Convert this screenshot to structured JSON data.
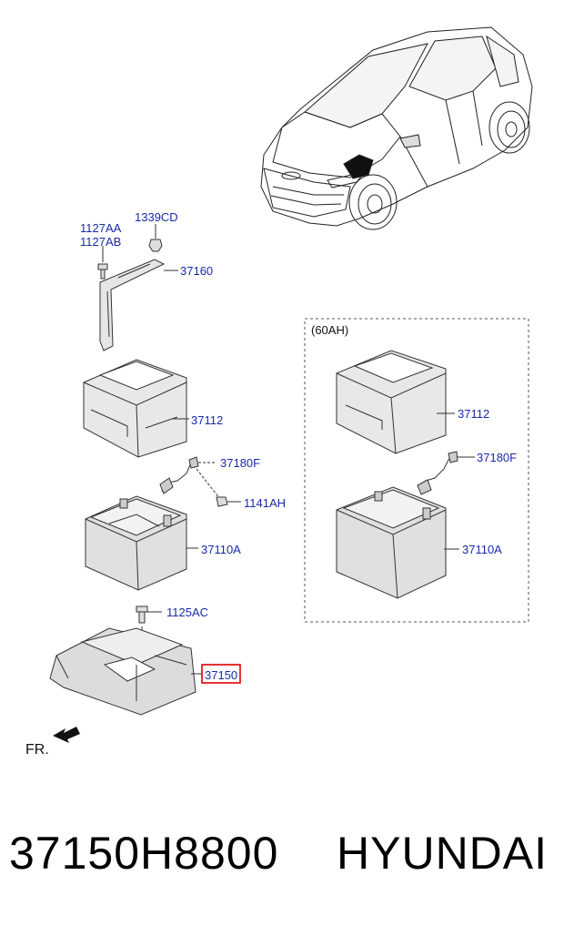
{
  "diagram": {
    "labels": {
      "bolt_1127": [
        "1127AA",
        "1127AB"
      ],
      "nut_1339": "1339CD",
      "bracket": "37160",
      "tray_cover_left": "37112",
      "cable_left": "37180F",
      "clamp_bolt": "1141AH",
      "battery_left": "37110A",
      "tray_bolt": "1125AC",
      "battery_tray": "37150",
      "variant": "(60AH)",
      "tray_cover_right": "37112",
      "cable_right": "37180F",
      "battery_right": "37110A",
      "front": "FR."
    },
    "highlight_color": "#e00000",
    "label_color": "#1a2aa8"
  },
  "footer": {
    "part_number": "37150H8800",
    "brand": "HYUNDAI"
  }
}
